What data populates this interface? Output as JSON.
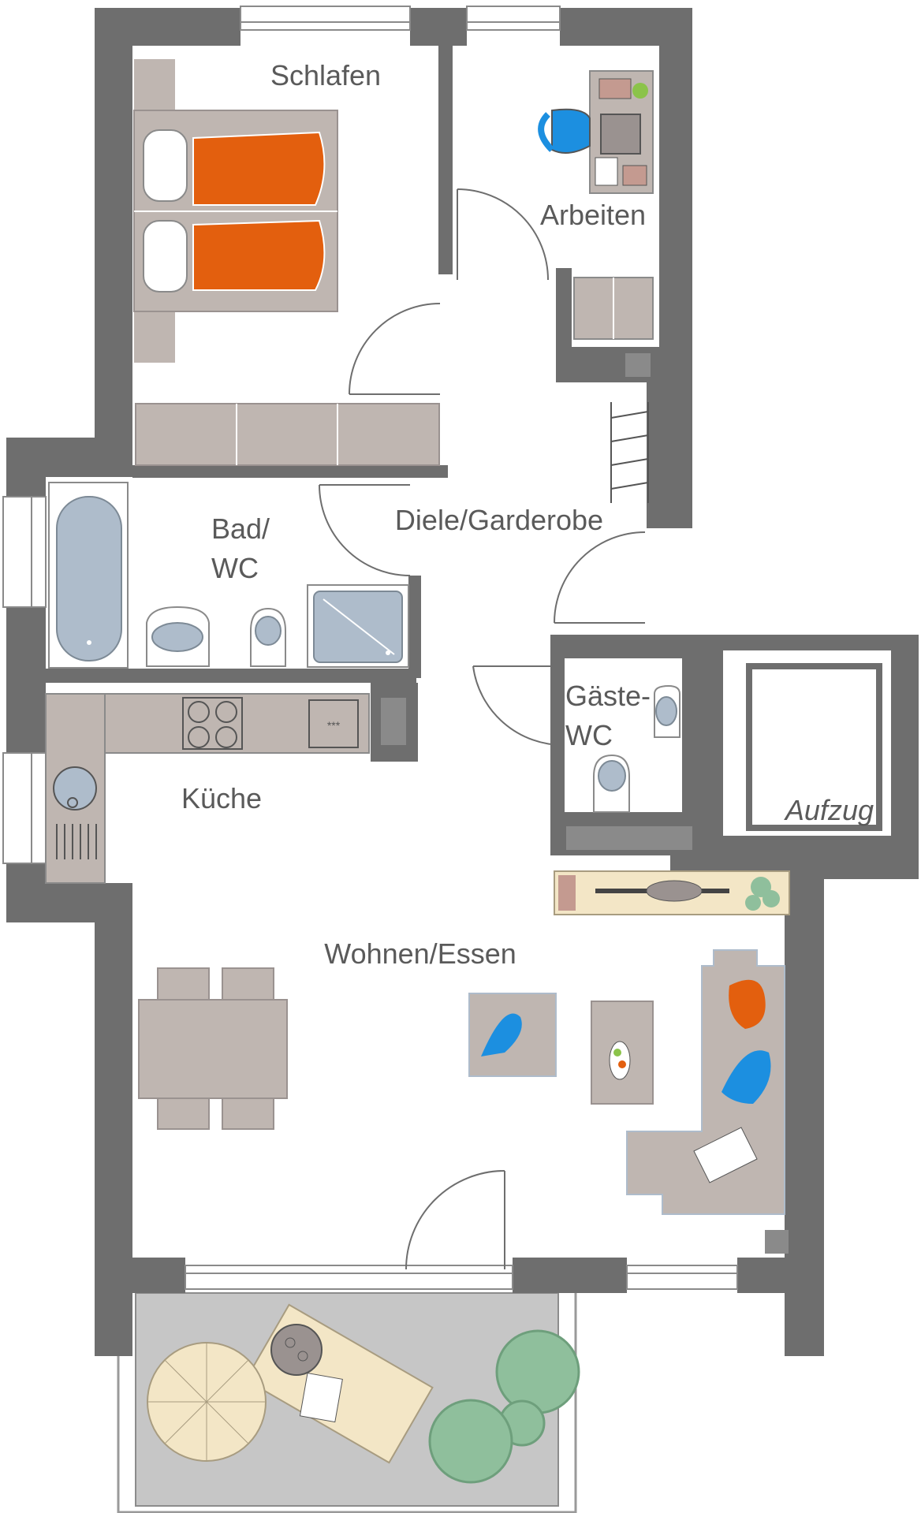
{
  "rooms": {
    "schlafen": "Schlafen",
    "arbeiten": "Arbeiten",
    "diele": "Diele/Garderobe",
    "bad_line1": "Bad/",
    "bad_line2": "WC",
    "kueche": "Küche",
    "gaeste_line1": "Gäste-",
    "gaeste_line2": "WC",
    "aufzug": "Aufzug",
    "wohnen": "Wohnen/Essen"
  },
  "colors": {
    "wall": "#6e6e6e",
    "furniture": "#bfb6b1",
    "accent_orange": "#e35f0e",
    "accent_blue": "#1c8fe0",
    "fixture": "#aebccb",
    "balcony": "#c6c6c6",
    "plant": "#8fbf9c",
    "deck": "#f3e6c6"
  }
}
